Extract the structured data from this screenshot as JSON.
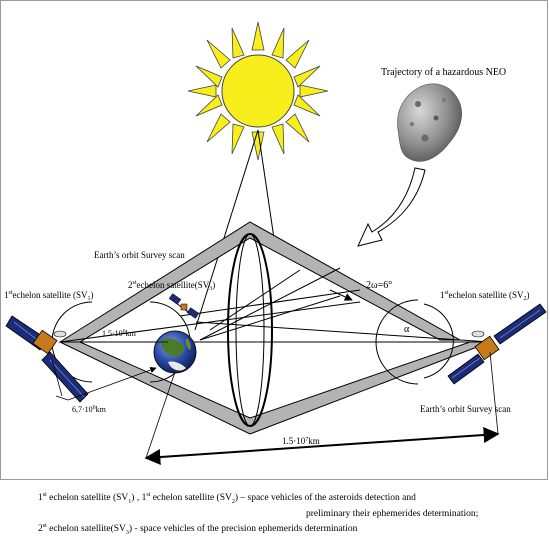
{
  "labels": {
    "neo_trajectory": "Trajectory of a hazardous NEO",
    "survey_scan_left": "Earth’s orbit Survey scan",
    "survey_scan_right": "Earth’s orbit Survey scan",
    "angle_2omega": "2ω=6°",
    "angle_alpha": "α",
    "sv1": {
      "num": "1",
      "sup": "st",
      "text": "echelon satellite (SV",
      "sub": "1",
      "close": ")"
    },
    "sv2": {
      "num": "1",
      "sup": "st",
      "text": "echelon satellite (SV",
      "sub": "2",
      "close": ")"
    },
    "sv3": {
      "num": "2",
      "sup": "st",
      "text": "echelon satellite(SV",
      "sub": "3",
      "close": ")"
    },
    "dist_15e6": {
      "base": "1.5·10",
      "exp": "6",
      "unit": "km"
    },
    "dist_67e6": {
      "base": "6,7·10",
      "exp": "6",
      "unit": "km"
    },
    "dist_15e7": {
      "base": "1.5·10",
      "exp": "7",
      "unit": "km"
    }
  },
  "caption": {
    "line1": {
      "a_num": "1",
      "a_sup": "st",
      "a_text": " echelon satellite (SV",
      "a_sub": "1",
      "a_close": ") , ",
      "b_num": "1",
      "b_sup": "st",
      "b_text": " echelon satellite (SV",
      "b_sub": "2",
      "b_close": ") – space vehicles of the asteroids detection and"
    },
    "line2": "preliminary their ephemerides determination;",
    "line3": {
      "num": "2",
      "sup": "st",
      "text": " echelon satellite(SV",
      "sub": "3",
      "close": ") - space vehicles of the precision ephemerids determination"
    }
  },
  "colors": {
    "sun": "#f7ee1c",
    "beam": "#b3b3b3",
    "solar_panel": "#1c2c78",
    "satellite_body": "#c87a1a",
    "earth_ocean": "#2a4aa8",
    "earth_land": "#4a7a2a"
  }
}
